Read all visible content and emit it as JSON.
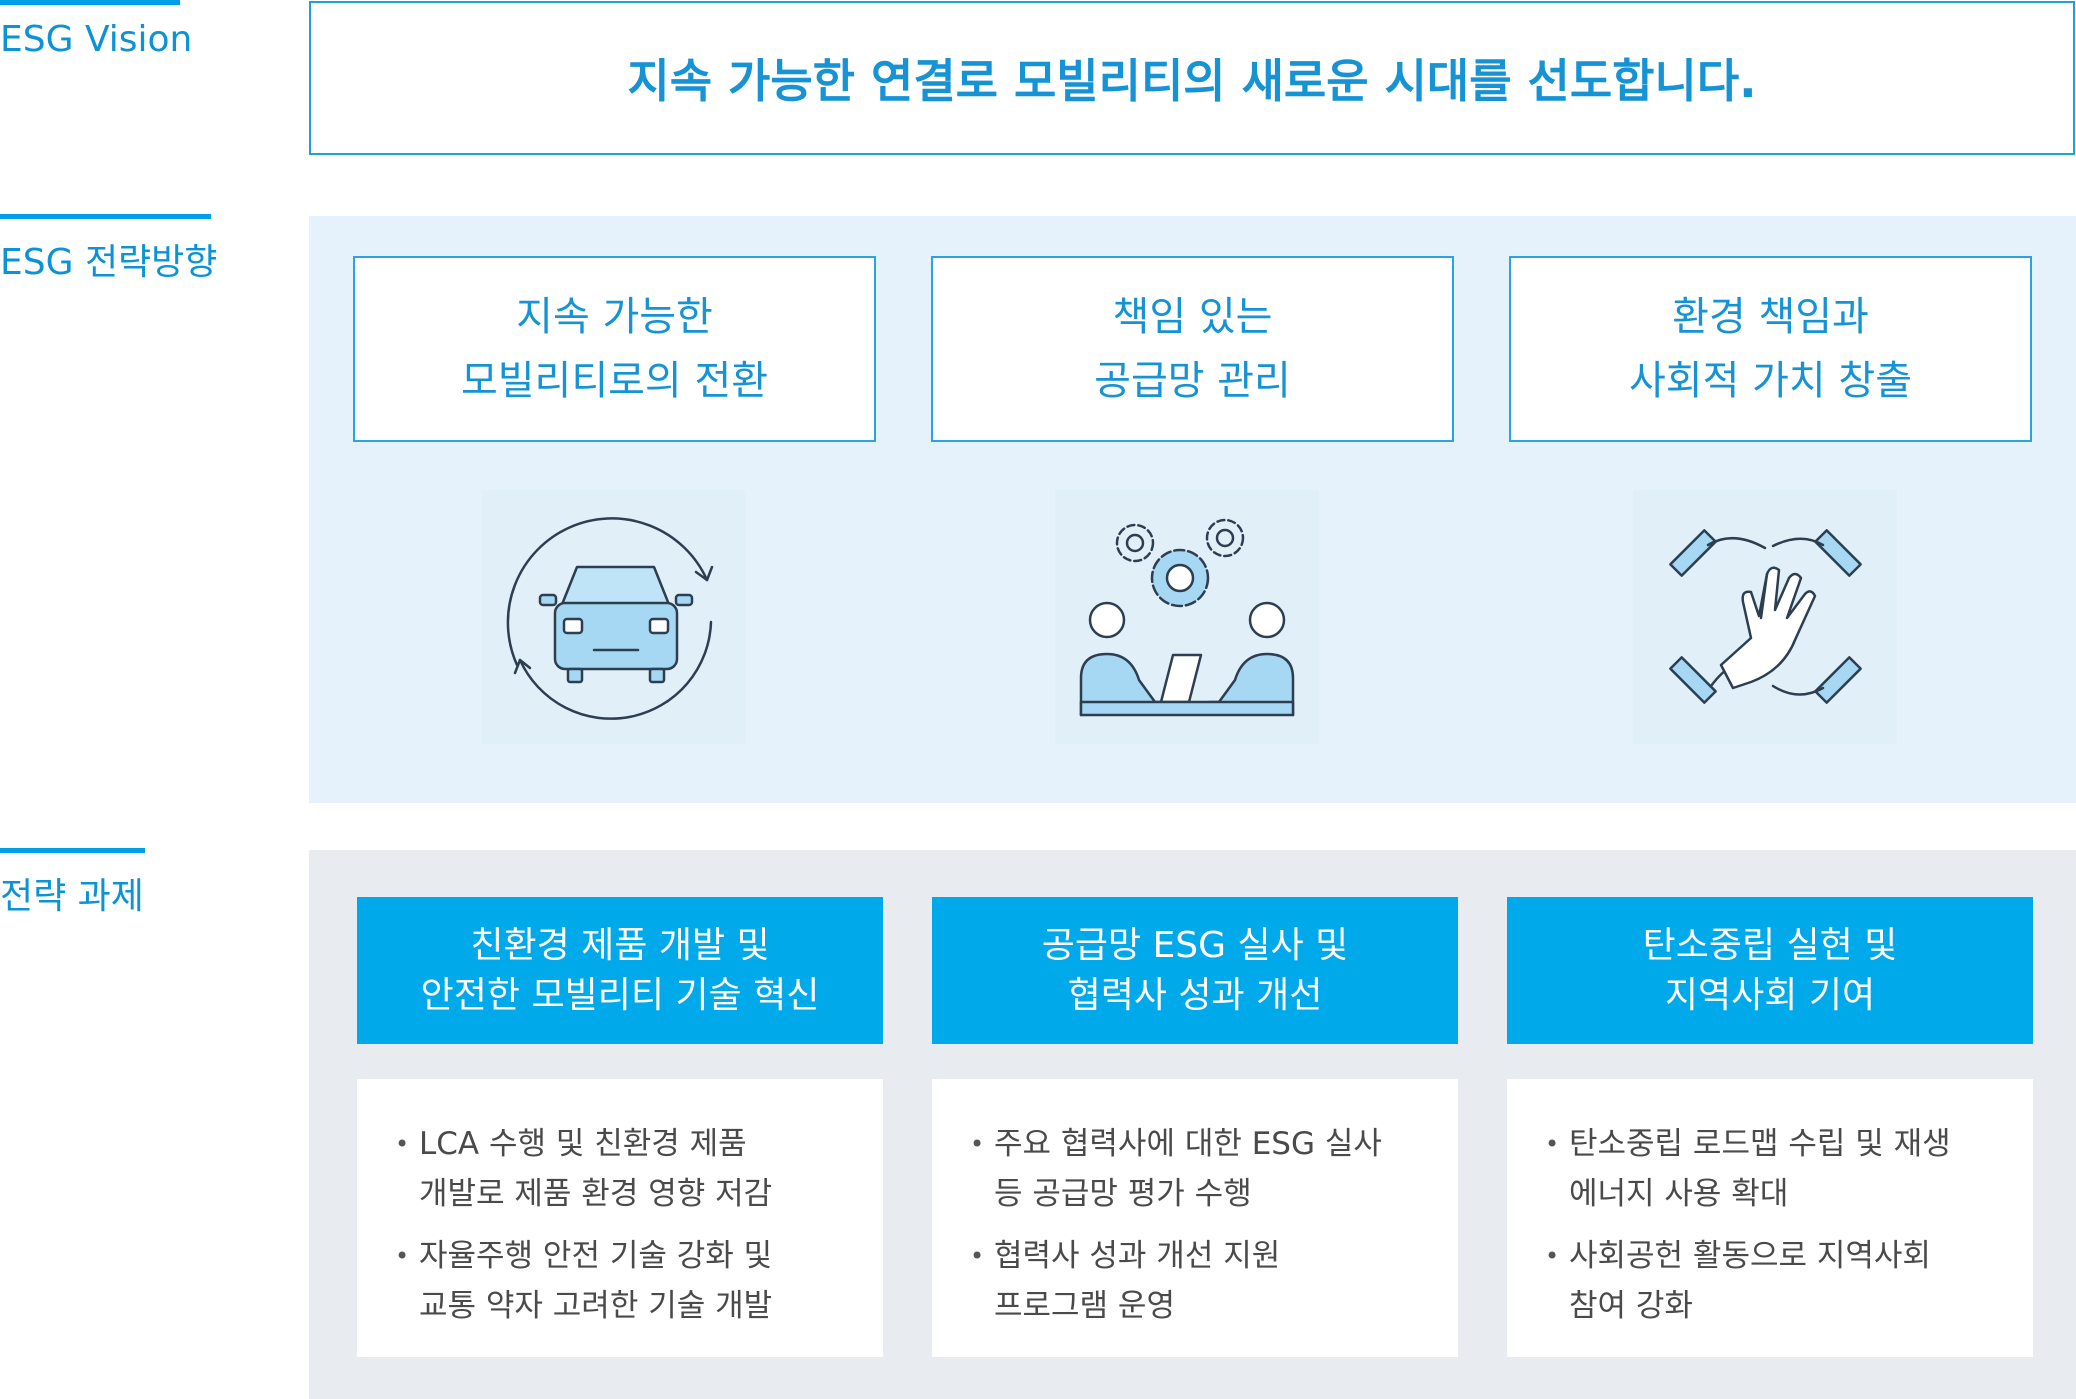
{
  "labels": {
    "vision": "ESG Vision",
    "direction": "ESG 전략방향",
    "tasks": "전략 과제"
  },
  "vision": {
    "text": "지속 가능한 연결로 모빌리티의 새로운 시대를 선도합니다."
  },
  "directions": [
    {
      "text": "지속 가능한\n모빌리티로의 전환",
      "icon": "car-cycle-icon"
    },
    {
      "text": "책임 있는\n공급망 관리",
      "icon": "partners-gears-icon"
    },
    {
      "text": "환경 책임과\n사회적 가치 창출",
      "icon": "stacked-hands-icon"
    }
  ],
  "tasks": [
    {
      "title": "친환경 제품 개발 및\n안전한 모빌리티 기술 혁신",
      "items": [
        "LCA 수행  및 친환경 제품\n개발로 제품 환경 영향 저감",
        "자율주행 안전 기술 강화 및\n교통 약자 고려한 기술 개발"
      ]
    },
    {
      "title": "공급망 ESG 실사 및\n협력사 성과 개선",
      "items": [
        "주요 협력사에 대한 ESG 실사\n등 공급망 평가 수행",
        "협력사 성과 개선 지원\n프로그램 운영"
      ]
    },
    {
      "title": "탄소중립 실현 및\n지역사회 기여",
      "items": [
        "탄소중립 로드맵 수립 및 재생\n에너지 사용 확대",
        "사회공헌 활동으로 지역사회\n참여 강화"
      ]
    }
  ],
  "colors": {
    "accent": "#009ee6",
    "icon_fill": "#a7d8f3",
    "icon_stroke": "#2c3e50",
    "task_header": "#00a9ea"
  }
}
